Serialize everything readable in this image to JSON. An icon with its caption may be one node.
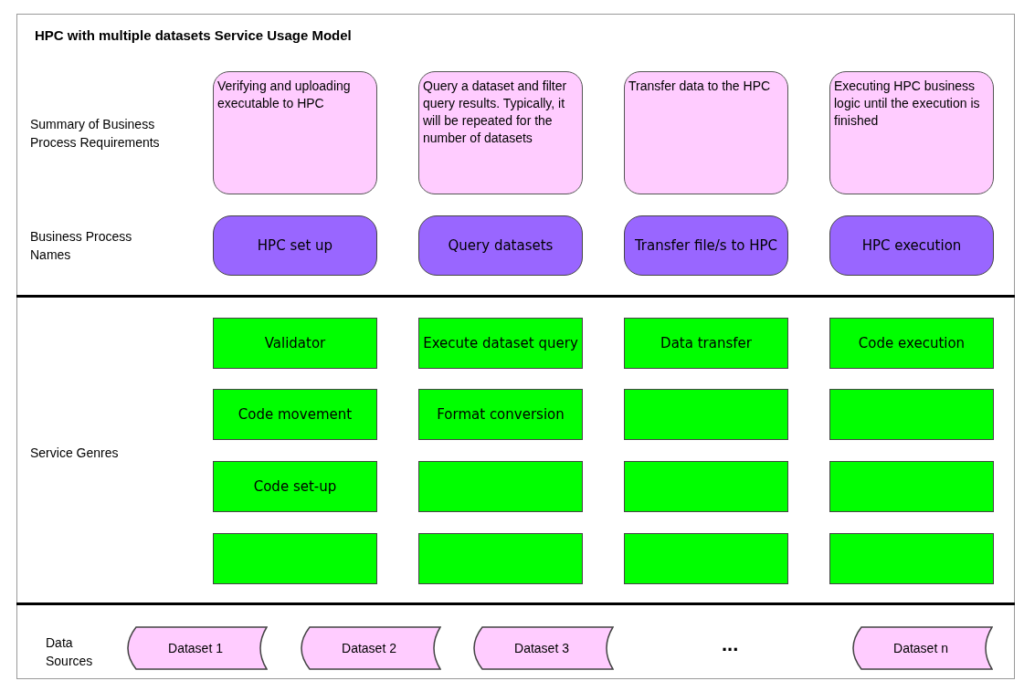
{
  "diagram": {
    "title": "HPC with multiple datasets Service Usage Model",
    "nodes": [
      {
        "text": [
          "Verifying and uploading executable to HPC"
        ]
      },
      {
        "text": [
          "Query a dataset and filter query results. Typically, it will be repeated for the number of datasets"
        ]
      },
      {
        "text": [
          "Transfer data to the HPC"
        ]
      },
      {
        "text": [
          "Executing HPC business logic until the execution is finished"
        ]
      },
      {
        "text": [
          "HPC set up"
        ]
      },
      {
        "text": [
          "Query datasets"
        ]
      },
      {
        "text": [
          "Transfer file/s to HPC"
        ]
      },
      {
        "text": [
          "HPC execution"
        ]
      },
      {
        "text": [
          "Validator"
        ]
      },
      {
        "text": [
          "Execute dataset query"
        ]
      },
      {
        "text": [
          "Data transfer"
        ]
      },
      {
        "text": [
          "Code execution"
        ]
      },
      {
        "text": [
          "Code movement"
        ]
      },
      {
        "text": [
          "Format conversion"
        ]
      },
      {
        "text": [],
        "shape": "box"
      },
      {
        "text": [],
        "shape": "box"
      },
      {
        "text": [
          "Code set-up"
        ]
      },
      {
        "text": [],
        "shape": "box"
      },
      {
        "text": [],
        "shape": "box"
      },
      {
        "text": [],
        "shape": "box"
      },
      {
        "text": [],
        "shape": "box"
      },
      {
        "text": [],
        "shape": "box"
      },
      {
        "text": [],
        "shape": "box"
      },
      {
        "text": [],
        "shape": "box"
      },
      {
        "text": [
          "Dataset 1"
        ]
      },
      {
        "text": [
          "Dataset 2"
        ]
      },
      {
        "text": [
          "Dataset 3"
        ]
      },
      {
        "text": [
          "Dataset n"
        ]
      }
    ],
    "labels": [
      "Summary of Business Process Requirements",
      "Business Process Names",
      "Service Genres",
      "Data Sources",
      "..."
    ]
  }
}
